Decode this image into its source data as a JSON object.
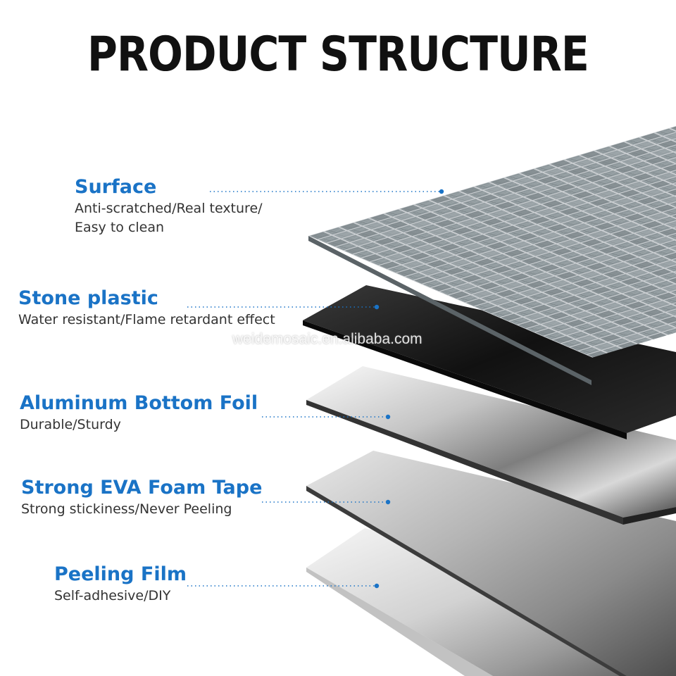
{
  "title": "PRODUCT STRUCTURE",
  "watermark": "weidemosaic.en.alibaba.com",
  "colors": {
    "accent": "#1a73c6",
    "text": "#333333",
    "tile": "#8f989c",
    "board": "#141414"
  },
  "layers": [
    {
      "name": "Surface",
      "description": [
        "Anti-scratched/Real texture/",
        "Easy to clean"
      ]
    },
    {
      "name": "Stone plastic",
      "description": [
        "Water resistant/Flame retardant effect"
      ]
    },
    {
      "name": "Aluminum Bottom Foil",
      "description": [
        "Durable/Sturdy"
      ]
    },
    {
      "name": "Strong EVA Foam Tape",
      "description": [
        "Strong stickiness/Never Peeling"
      ]
    },
    {
      "name": "Peeling Film",
      "description": [
        "Self-adhesive/DIY"
      ]
    }
  ]
}
